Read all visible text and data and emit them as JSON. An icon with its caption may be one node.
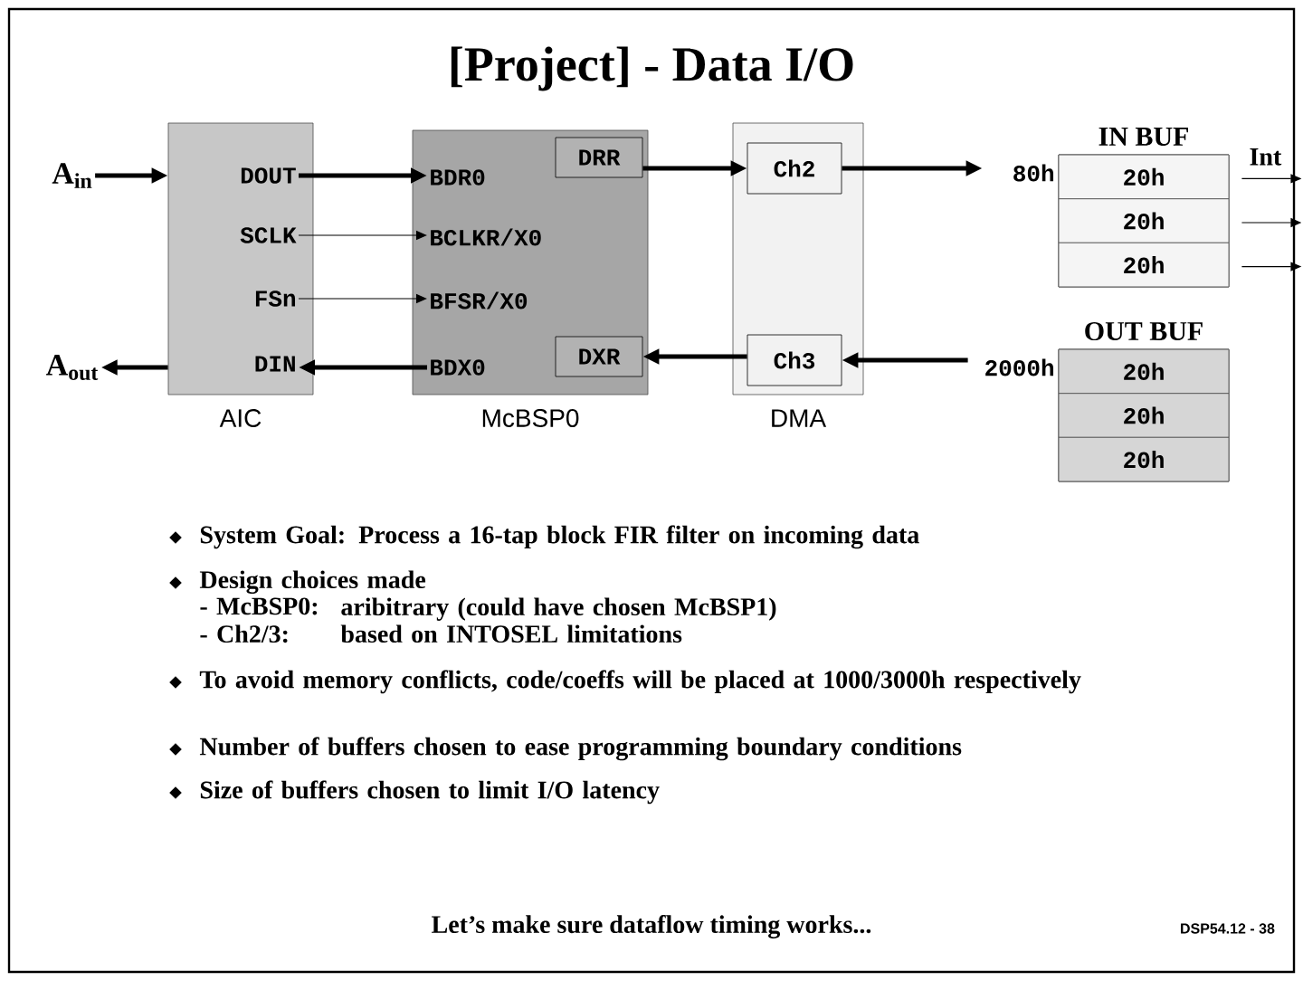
{
  "diagram": {
    "title": "[Project] - Data I/O",
    "nodes": [
      {
        "text": [
          "A$_{in}$"
        ]
      },
      {
        "text": [
          "AIC"
        ]
      },
      {
        "text": [
          "DOUT"
        ],
        "in": 1
      },
      {
        "text": [
          "SCLK"
        ],
        "in": 1
      },
      {
        "text": [
          "FSn"
        ],
        "in": 1
      },
      {
        "text": [
          "DIN"
        ],
        "in": 1
      },
      {
        "text": [
          "McBSP0"
        ]
      },
      {
        "text": [
          "BDR0"
        ],
        "in": 6
      },
      {
        "text": [
          "BCLKR/X0"
        ],
        "in": 6
      },
      {
        "text": [
          "BFSR/X0"
        ],
        "in": 6
      },
      {
        "text": [
          "BDX0"
        ],
        "in": 6
      },
      {
        "text": [
          "DRR"
        ],
        "in": 6
      },
      {
        "text": [
          "DXR"
        ],
        "in": 6
      },
      {
        "text": [
          "DMA"
        ]
      },
      {
        "text": [
          "Ch2"
        ],
        "in": 13
      },
      {
        "text": [
          "Ch3"
        ],
        "in": 13
      },
      {
        "text": [
          "IN BUF"
        ],
        "beside": [
          "80h"
        ]
      },
      {
        "text": [
          "20h"
        ],
        "in": 16
      },
      {
        "text": [
          "20h"
        ],
        "in": 16
      },
      {
        "text": [
          "20h"
        ],
        "in": 16
      },
      {
        "text": [
          "OUT BUF"
        ],
        "beside": [
          "2000h"
        ]
      },
      {
        "text": [
          "20h"
        ],
        "in": 20
      },
      {
        "text": [
          "20h"
        ],
        "in": 20
      },
      {
        "text": [
          "20h"
        ],
        "in": 20
      },
      {
        "text": [
          "A$_{out}$"
        ]
      }
    ],
    "edges": [
      {
        "from": 0,
        "to": 1,
        "arrow": "to"
      },
      {
        "from": 2,
        "to": 7,
        "arrow": "to"
      },
      {
        "from": 3,
        "to": 8,
        "arrow": "to"
      },
      {
        "from": 4,
        "to": 9,
        "arrow": "to"
      },
      {
        "from": 10,
        "to": 5,
        "arrow": "to"
      },
      {
        "from": 1,
        "to": 24,
        "arrow": "to"
      },
      {
        "from": 11,
        "to": 14,
        "arrow": "to"
      },
      {
        "from": 15,
        "to": 12,
        "arrow": "to"
      },
      {
        "from": 14,
        "to": 16,
        "arrow": "to"
      },
      {
        "from": 20,
        "to": 15,
        "arrow": "to"
      },
      {
        "from": 17,
        "to": null,
        "arrow": "to",
        "label": "Int"
      },
      {
        "from": 18,
        "to": null,
        "arrow": "to"
      },
      {
        "from": 19,
        "to": null,
        "arrow": "to"
      }
    ],
    "labels": [
      "System Goal:  Process a 16-tap block FIR filter on incoming data",
      "Design choices made",
      "- McBSP0:",
      "aribitrary (could have chosen McBSP1)",
      "- Ch2/3:",
      "based on INTOSEL limitations",
      "To avoid memory conflicts, code/coeffs will be placed at 1000/3000h respectively",
      "Number of buffers chosen to ease programming boundary conditions",
      "Size of buffers chosen to limit I/O latency",
      "Let’s make sure dataflow timing works...",
      "DSP54.12 - 38"
    ]
  }
}
